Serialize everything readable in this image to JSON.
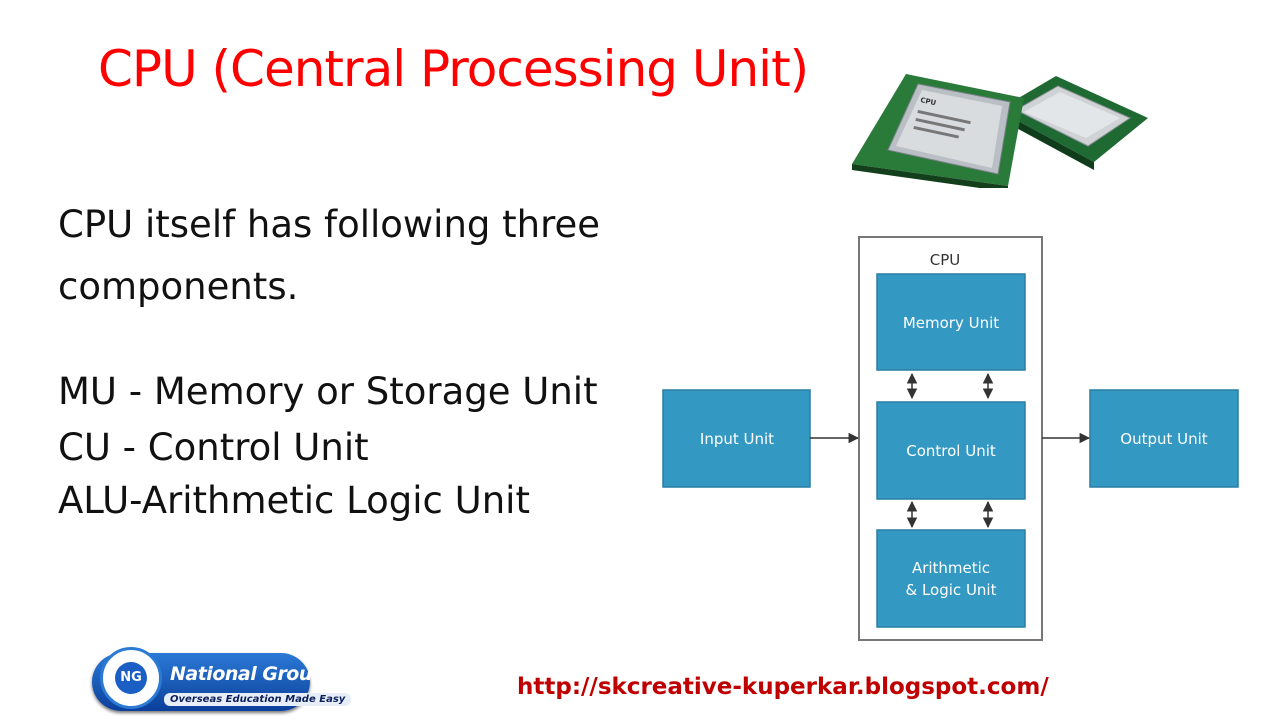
{
  "slide": {
    "title": "CPU  (Central Processing Unit)",
    "intro": "CPU itself has following three components.",
    "components": [
      "MU - Memory or Storage Unit",
      "CU - Control Unit",
      "ALU-Arithmetic Logic Unit"
    ]
  },
  "diagram": {
    "cpu_label": "CPU",
    "box_color": "#3398c2",
    "boxes": {
      "memory": "Memory Unit",
      "control": "Control Unit",
      "alu_line1": "Arithmetic",
      "alu_line2": "& Logic Unit",
      "input": "Input Unit",
      "output": "Output Unit"
    }
  },
  "chip_image": {
    "chip_text": "CPU"
  },
  "footer": {
    "logo_name": "National Group",
    "logo_tagline": "Overseas Education Made Easy",
    "logo_emblem": "NG",
    "url": "http://skcreative-kuperkar.blogspot.com/"
  },
  "colors": {
    "title": "#ff0000",
    "url": "#c00000"
  }
}
